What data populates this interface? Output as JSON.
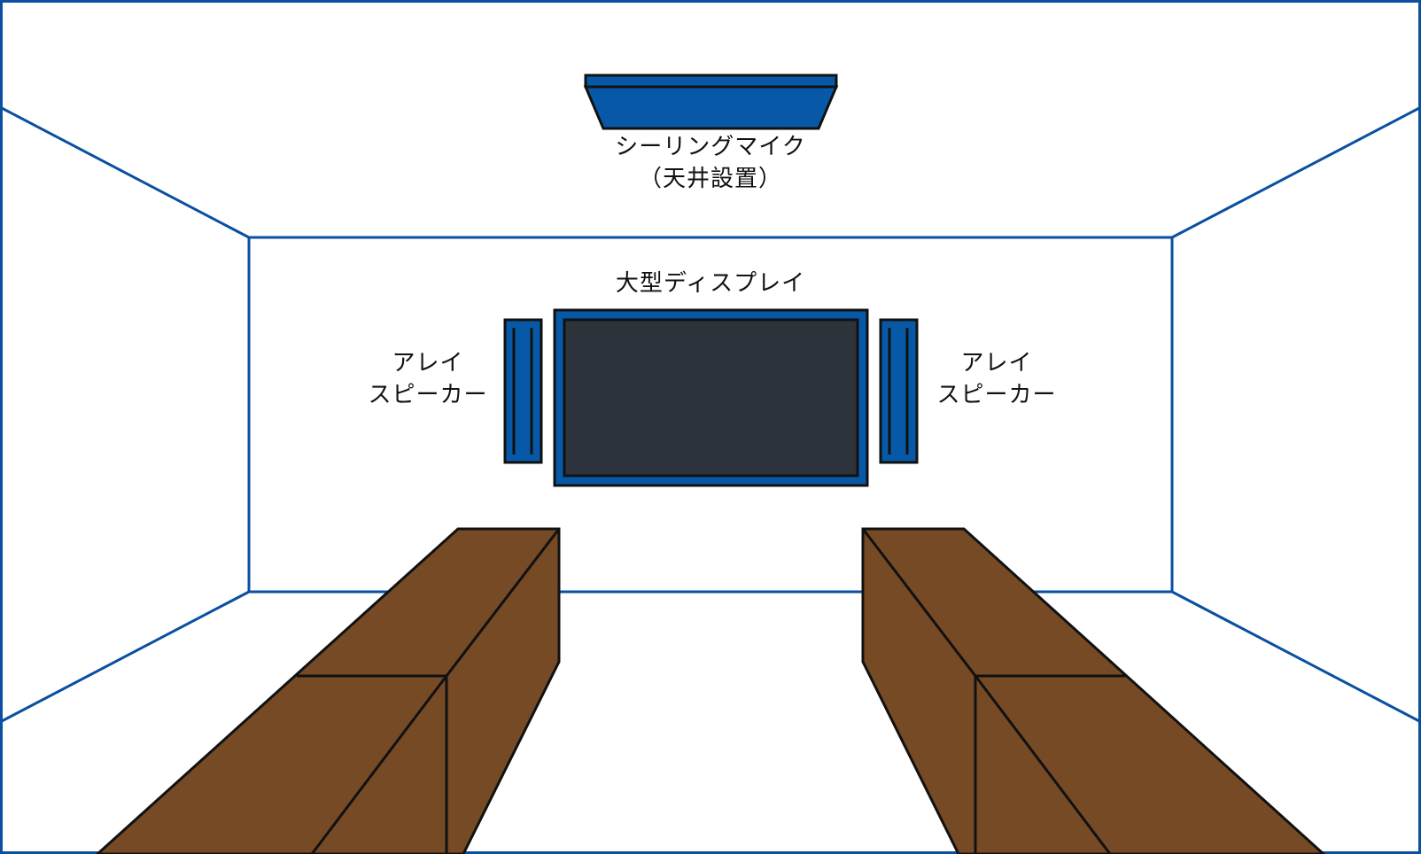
{
  "labels": {
    "mic_line1": "シーリングマイク",
    "mic_line2": "（天井設置）",
    "display": "大型ディスプレイ",
    "speaker_left_line1": "アレイ",
    "speaker_left_line2": "スピーカー",
    "speaker_right_line1": "アレイ",
    "speaker_right_line2": "スピーカー"
  },
  "colors": {
    "wall_line": "#0a4fa0",
    "device_blue": "#0759a8",
    "screen": "#2d333a",
    "outline": "#111111",
    "desk": "#754a25",
    "background": "#ffffff"
  }
}
